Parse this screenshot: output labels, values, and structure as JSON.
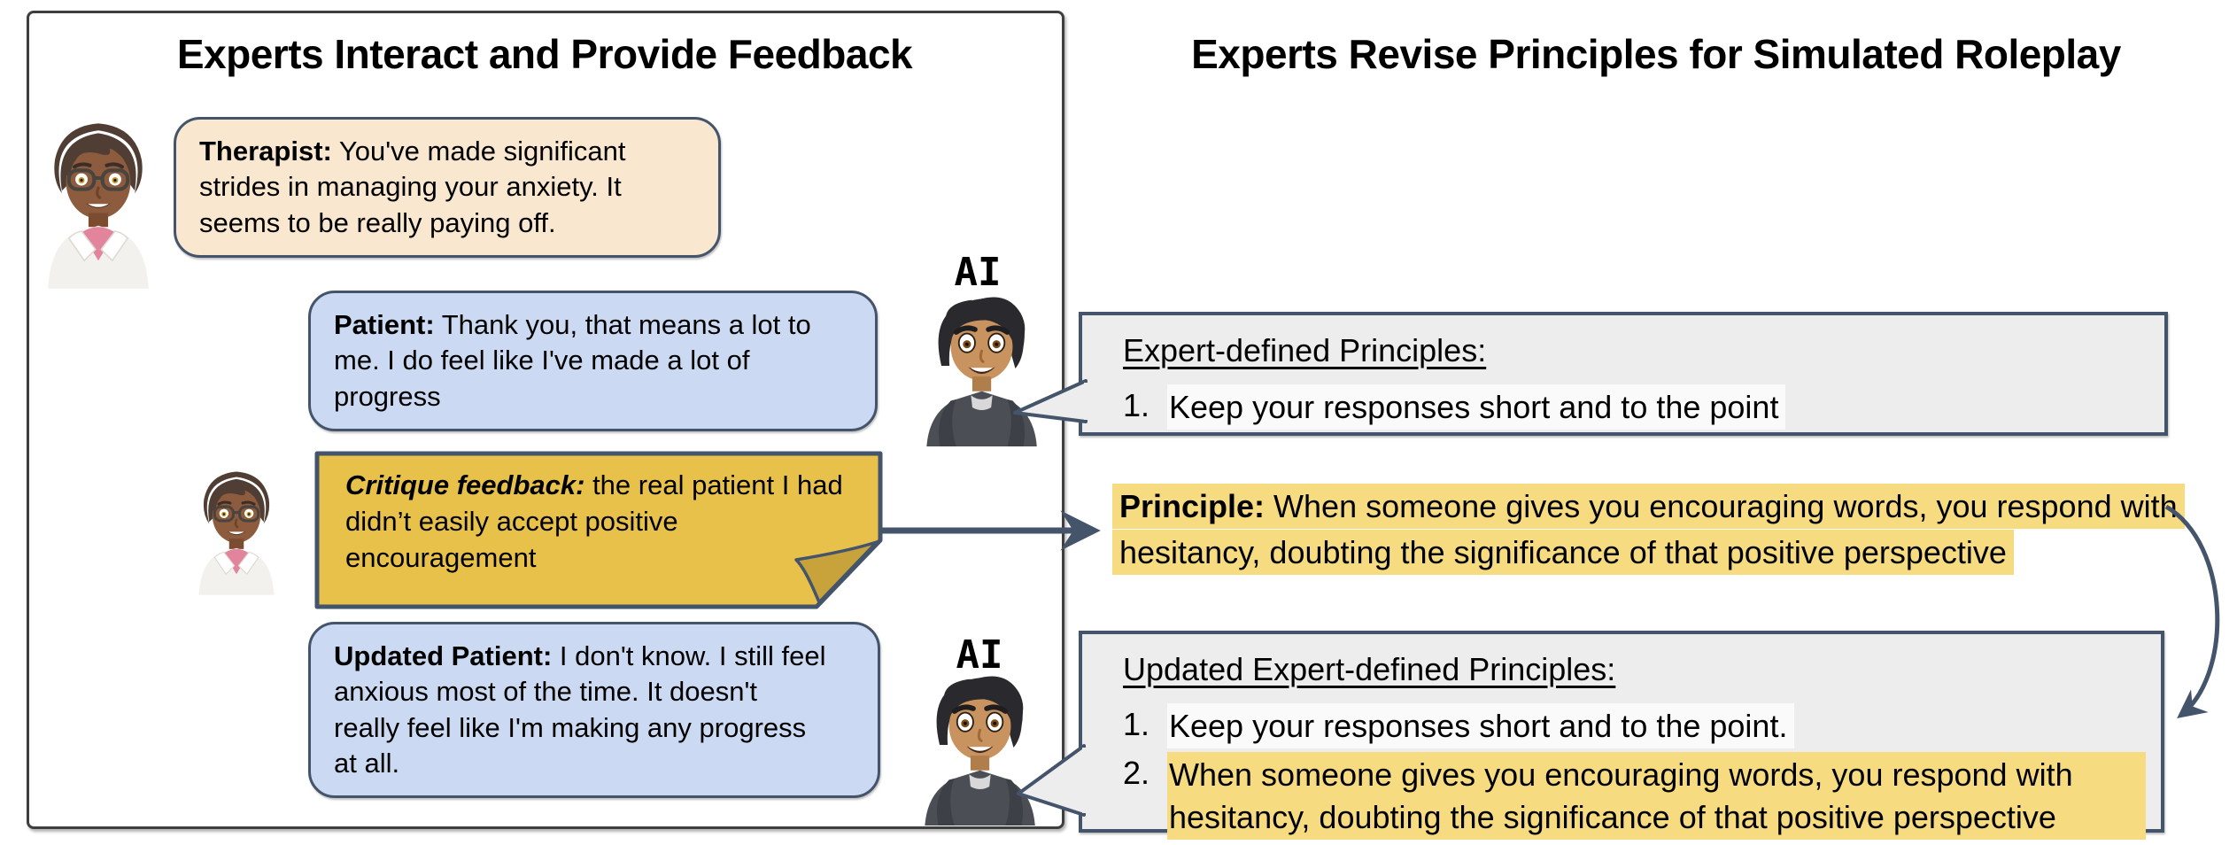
{
  "left_panel": {
    "title": "Experts Interact and Provide Feedback",
    "ai_label": "AI",
    "therapist_bubble": {
      "label": "Therapist:",
      "text": " You've made significant strides in managing your anxiety. It seems to be really paying off."
    },
    "patient_bubble": {
      "label": "Patient:",
      "text": " Thank you, that means a lot to me. I do feel like I've made a lot of progress"
    },
    "critique_note": {
      "label": "Critique feedback:",
      "text": " the real patient I had didn’t easily accept positive encouragement"
    },
    "updated_patient_bubble": {
      "label": "Updated Patient:",
      "text": " I don't know. I still feel anxious most of the time. It doesn't really feel like I'm making any progress at all."
    }
  },
  "right_panel": {
    "title": "Experts Revise Principles for Simulated Roleplay",
    "principles_box": {
      "heading": "Expert-defined Principles:",
      "item1_num": "1.",
      "item1_text": "Keep your responses short and to the point"
    },
    "principle_callout": {
      "label": "Principle:",
      "text": " When someone gives you encouraging words, you respond with hesitancy, doubting the significance of that positive perspective"
    },
    "updated_principles_box": {
      "heading": "Updated Expert-defined Principles:",
      "item1_num": "1.",
      "item1_text": "Keep your responses short and to the point.",
      "item2_num": "2.",
      "item2_text": "When someone gives you encouraging words, you respond with hesitancy, doubting the significance of that positive perspective"
    }
  },
  "avatars": {
    "therapist": "therapist-health-worker-emoji",
    "ai": "young-man-hoodie-emoji"
  },
  "colors": {
    "accent_border": "#44546A",
    "panel_border": "#3E3E3E",
    "therapist_bubble_bg": "#FAE7D0",
    "patient_bubble_bg": "#CBDAF2",
    "critique_note_bg": "#E7C14A",
    "note_fold_bg": "#C8A33C",
    "highlight_yellow": "#F7DB81",
    "highlight_white": "#FAFAFA",
    "box_bg": "#EDEDED"
  }
}
